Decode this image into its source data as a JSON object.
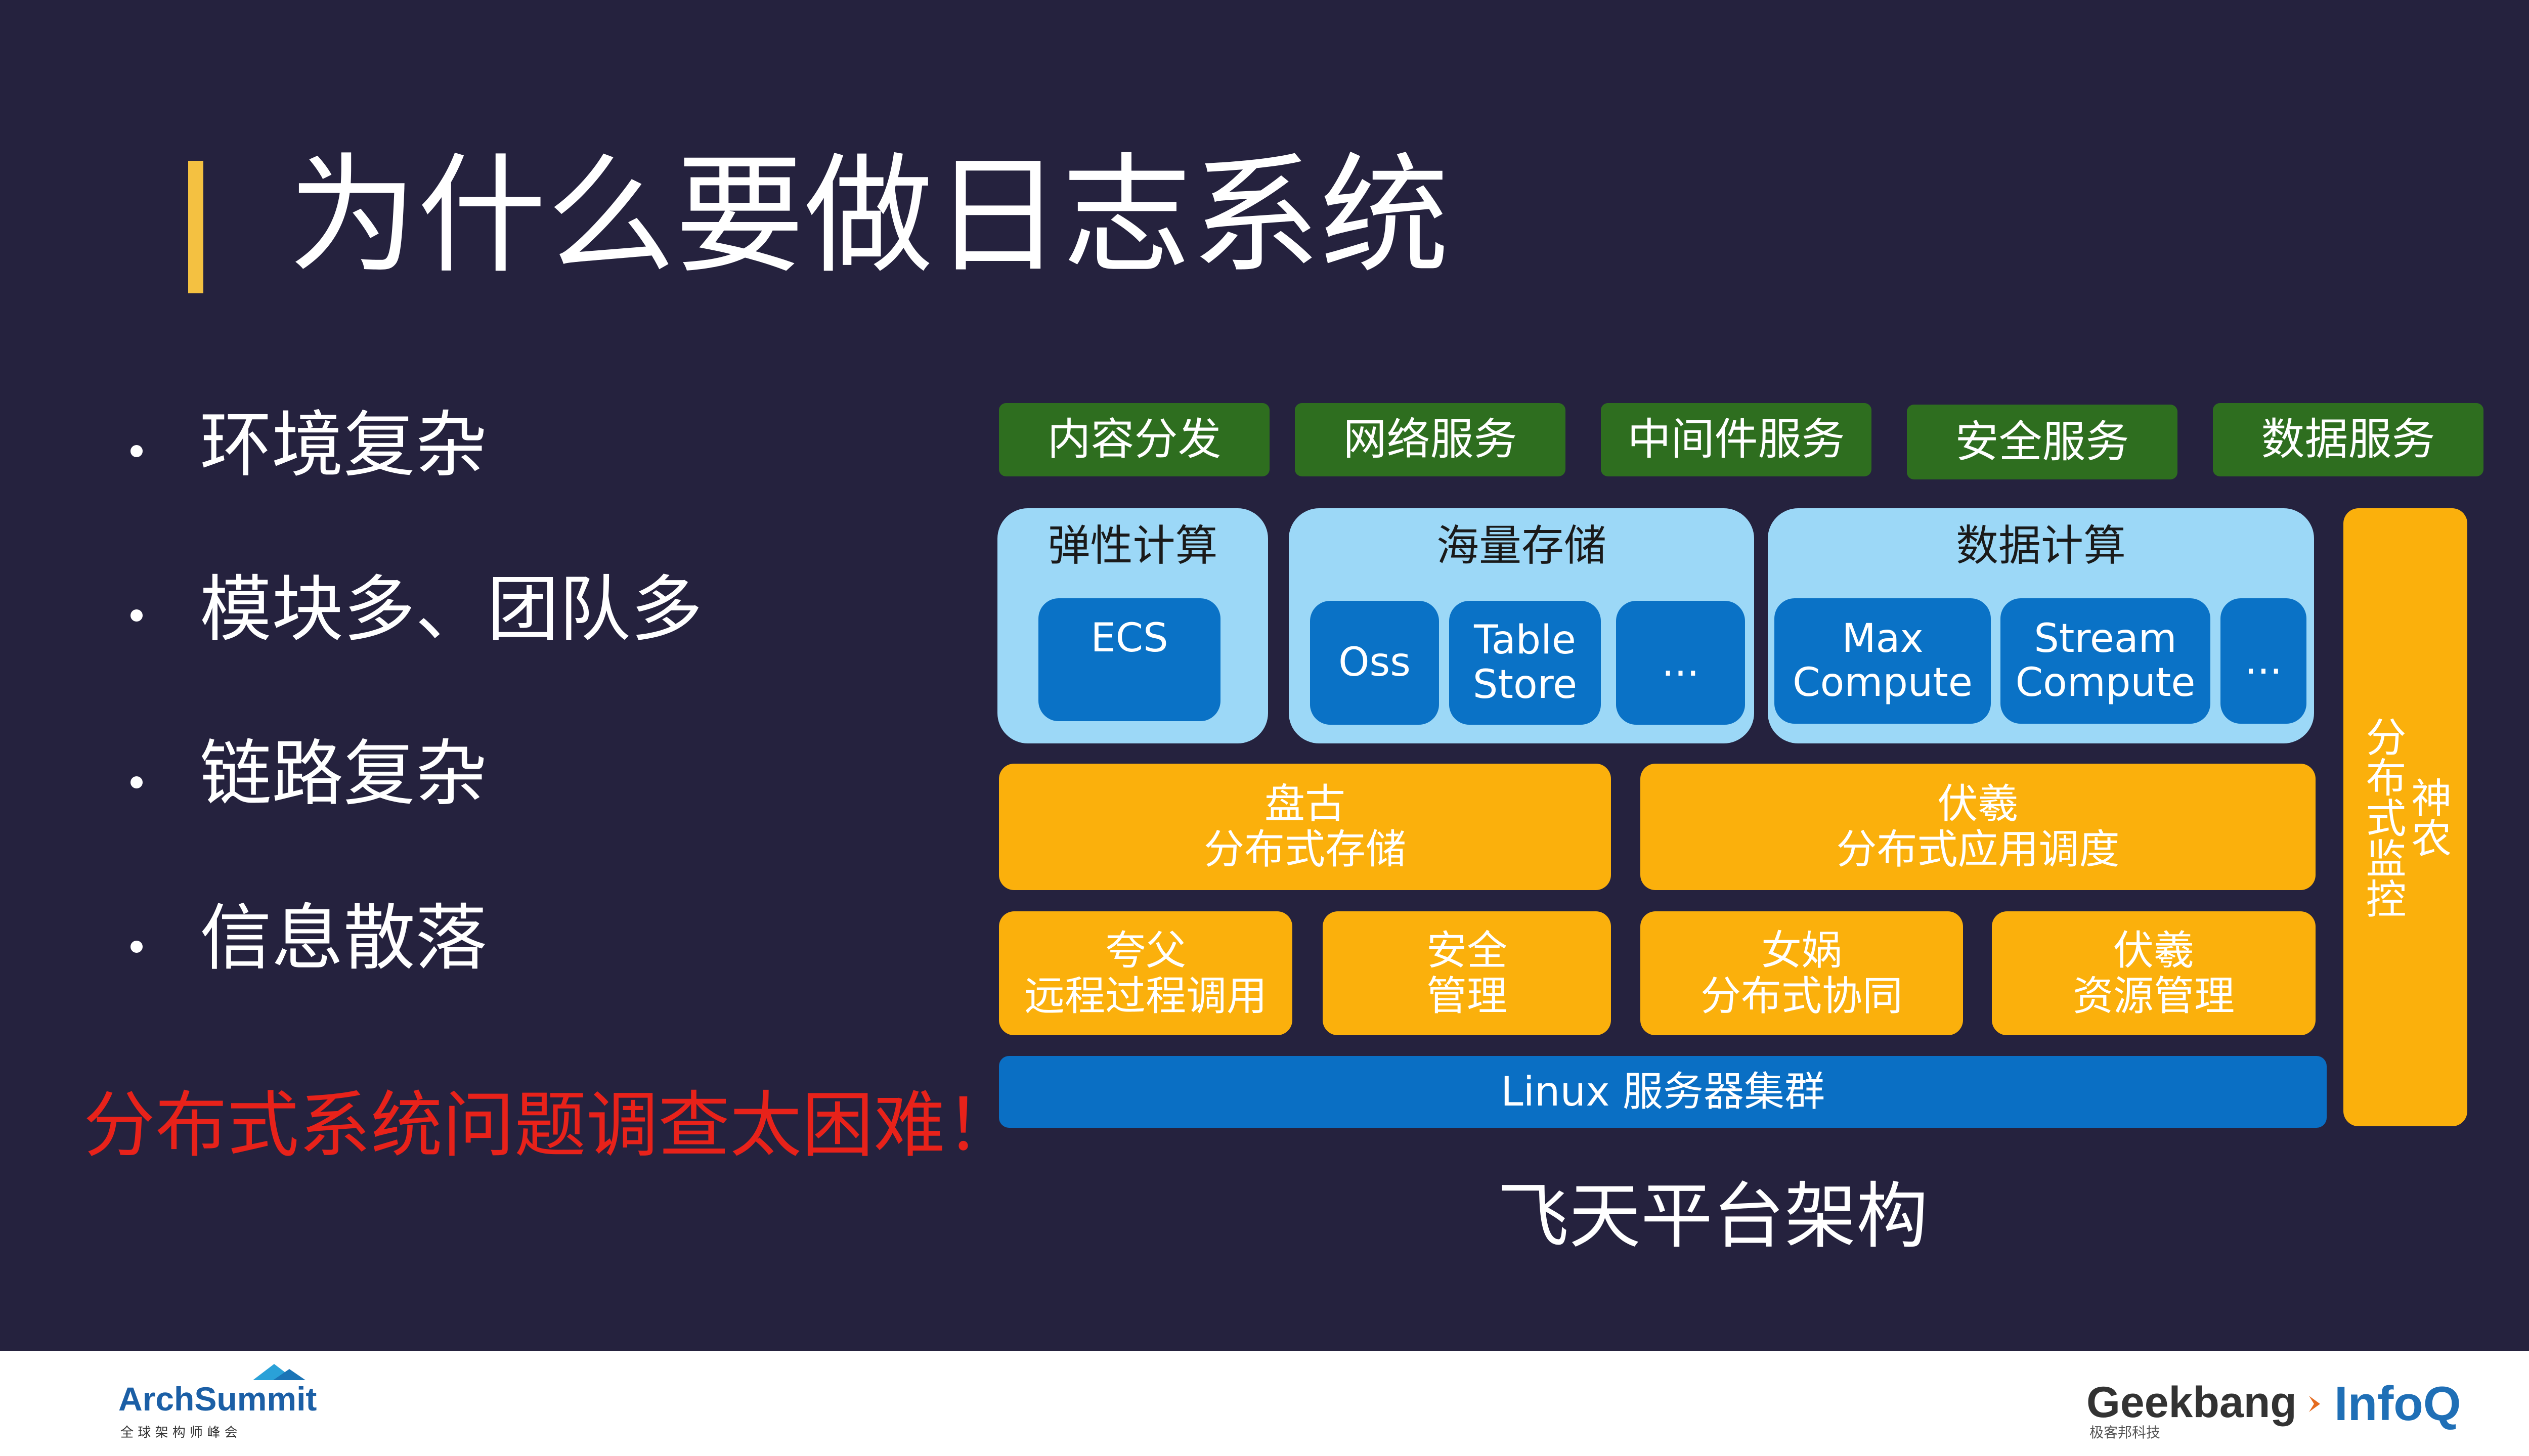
{
  "title": "为什么要做日志系统",
  "bullets": [
    "环境复杂",
    "模块多、团队多",
    "链路复杂",
    "信息散落"
  ],
  "warning": "分布式系统问题调查太困难！",
  "diagram": {
    "top_services": [
      "内容分发",
      "网络服务",
      "中间件服务",
      "安全服务",
      "数据服务"
    ],
    "panels": {
      "elastic": {
        "title": "弹性计算",
        "items": [
          "ECS"
        ]
      },
      "storage": {
        "title": "海量存储",
        "items": [
          "Oss",
          "Table Store",
          "..."
        ]
      },
      "compute": {
        "title": "数据计算",
        "items": [
          "Max Compute",
          "Stream Compute",
          "..."
        ]
      }
    },
    "middle": [
      {
        "name": "盘古",
        "desc": "分布式存储"
      },
      {
        "name": "伏羲",
        "desc": "分布式应用调度"
      }
    ],
    "lower": [
      {
        "name": "夸父",
        "desc": "远程过程调用"
      },
      {
        "name": "安全",
        "desc": "管理"
      },
      {
        "name": "女娲",
        "desc": "分布式协同"
      },
      {
        "name": "伏羲",
        "desc": "资源管理"
      }
    ],
    "side": {
      "name": "神农",
      "desc": "分布式监控"
    },
    "base": "Linux 服务器集群",
    "caption": "飞天平台架构"
  },
  "footer": {
    "left_logo": {
      "name": "ArchSummit",
      "sub": "全 球 架 构 师 峰 会"
    },
    "right_logo": {
      "geek": "Geekbang",
      "geek_sub": "极客邦科技",
      "infoq": "InfoQ"
    }
  },
  "colors": {
    "background": "#25223e",
    "accent_bar": "#f4c141",
    "green": "#2e6e1f",
    "panel": "#9cd8f7",
    "blue": "#0a72c6",
    "yellow": "#fbb00c",
    "warning": "#e8221a"
  }
}
